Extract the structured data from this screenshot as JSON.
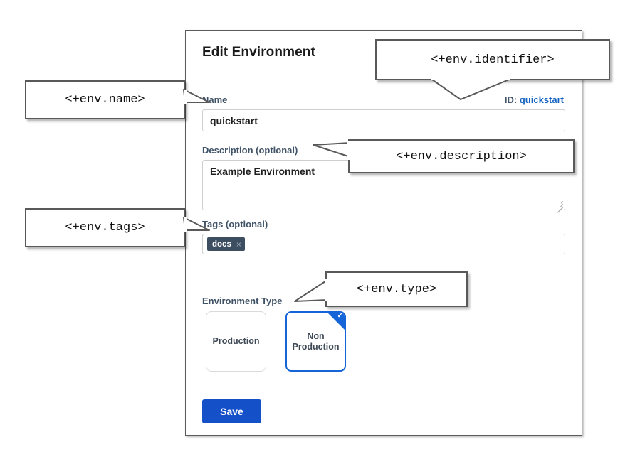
{
  "form": {
    "title": "Edit Environment",
    "identifier": {
      "prefix": "ID:",
      "value": "quickstart"
    },
    "fields": {
      "name": {
        "label": "Name",
        "value": "quickstart"
      },
      "description": {
        "label": "Description (optional)",
        "value": "Example Environment"
      },
      "tags": {
        "label": "Tags (optional)",
        "chips": [
          {
            "label": "docs",
            "remove_icon": "close-icon",
            "remove_glyph": "×"
          }
        ]
      },
      "environment_type": {
        "label": "Environment Type",
        "options": [
          {
            "label": "Production",
            "selected": false
          },
          {
            "label": "Non\nProduction",
            "line1": "Non",
            "line2": "Production",
            "selected": true
          }
        ],
        "selected_indicator_glyph": "✓"
      }
    },
    "save_label": "Save"
  },
  "annotations": [
    {
      "id": "name",
      "text": "<+env.name>"
    },
    {
      "id": "identifier",
      "text": "<+env.identifier>"
    },
    {
      "id": "description",
      "text": "<+env.description>"
    },
    {
      "id": "tags",
      "text": "<+env.tags>"
    },
    {
      "id": "type",
      "text": "<+env.type>"
    }
  ],
  "colors": {
    "accent_blue": "#1450c8",
    "link_blue": "#1564c0",
    "label_slate": "#3f5266",
    "chip_bg": "#3d4e60",
    "card_selected_border": "#1565d8",
    "callout_border": "#595959"
  }
}
